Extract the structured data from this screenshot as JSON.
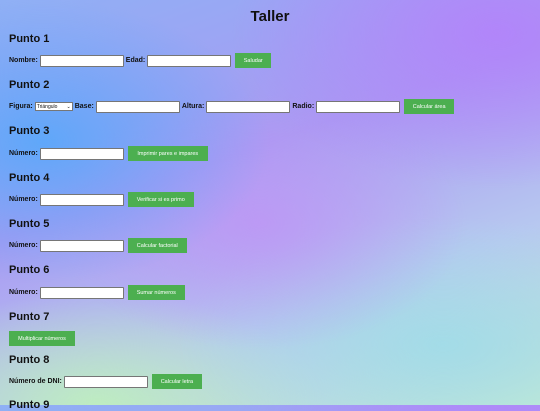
{
  "page": {
    "title": "Taller"
  },
  "punto1": {
    "heading": "Punto 1",
    "nombre_label": "Nombre:",
    "edad_label": "Edad:",
    "button": "Saludar"
  },
  "punto2": {
    "heading": "Punto 2",
    "figura_label": "Figura:",
    "figura_selected": "Triángulo",
    "base_label": "Base:",
    "altura_label": "Altura:",
    "radio_label": "Radio:",
    "button": "Calcular área"
  },
  "punto3": {
    "heading": "Punto 3",
    "numero_label": "Número:",
    "button": "Imprimir pares e impares"
  },
  "punto4": {
    "heading": "Punto 4",
    "numero_label": "Número:",
    "button": "Verificar si es primo"
  },
  "punto5": {
    "heading": "Punto 5",
    "numero_label": "Número:",
    "button": "Calcular factorial"
  },
  "punto6": {
    "heading": "Punto 6",
    "numero_label": "Número:",
    "button": "Sumar números"
  },
  "punto7": {
    "heading": "Punto 7",
    "button": "Multiplicar números"
  },
  "punto8": {
    "heading": "Punto 8",
    "dni_label": "Número de DNI:",
    "button": "Calcular letra"
  },
  "punto9": {
    "heading": "Punto 9"
  },
  "colors": {
    "button_bg": "#4caf50",
    "button_text": "#ffffff"
  }
}
